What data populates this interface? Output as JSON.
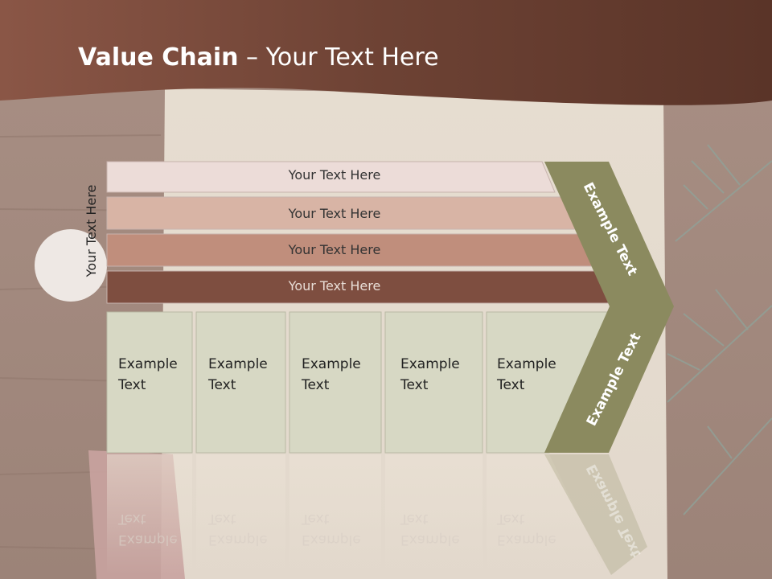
{
  "title": {
    "bold": "Value Chain",
    "rest": " – Your Text Here"
  },
  "side_label": "Your Text Here",
  "bars": [
    "Your Text Here",
    "Your Text Here",
    "Your Text Here",
    "Your Text Here"
  ],
  "cells": [
    "Example\nText",
    "Example\nText",
    "Example\nText",
    "Example\nText",
    "Example\nText"
  ],
  "chevron": {
    "top": "Example Text",
    "bottom": "Example Text"
  },
  "colors": {
    "bar1": "#ecdcd8",
    "bar2": "#d8b4a5",
    "bar3": "#c08e7c",
    "bar4": "#7e4e40",
    "cell": "#d7d8c4",
    "chevron": "#8b8a5f",
    "header": "#6e4536"
  }
}
